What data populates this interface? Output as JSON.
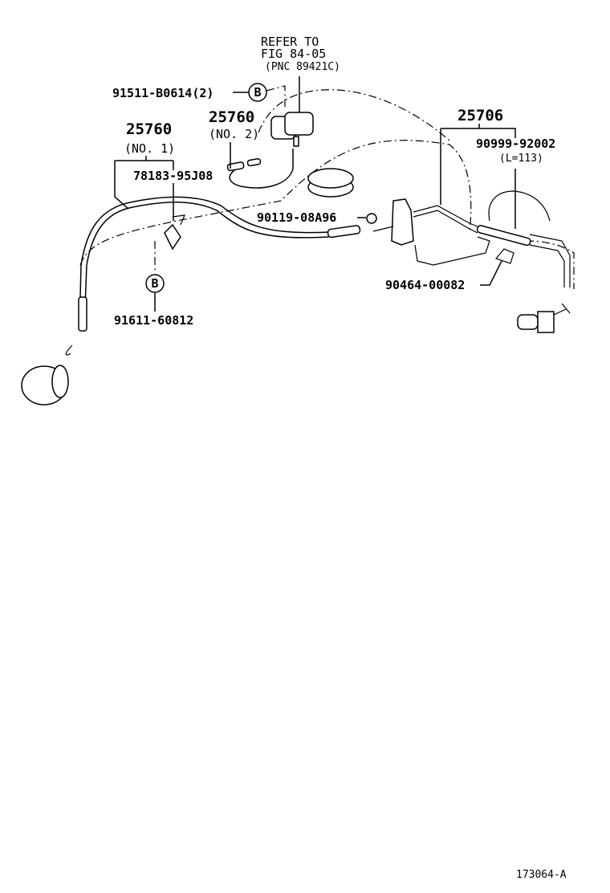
{
  "labels": {
    "refer_line1": "REFER TO",
    "refer_line2": "FIG 84-05",
    "refer_line3": "(PNC 89421C)",
    "p91511": "91511-B0614(2)",
    "callout_b_top": "B",
    "p25760_no2": "25760",
    "no2": "(NO. 2)",
    "p25760_no1": "25760",
    "no1": "(NO. 1)",
    "p78183": "78183-95J08",
    "p90119": "90119-08A96",
    "p25706": "25706",
    "p90999": "90999-92002",
    "l113": "(L=113)",
    "p90464": "90464-00082",
    "callout_b_bottom": "B",
    "p91611": "91611-60812",
    "figure_id": "173064-A"
  }
}
